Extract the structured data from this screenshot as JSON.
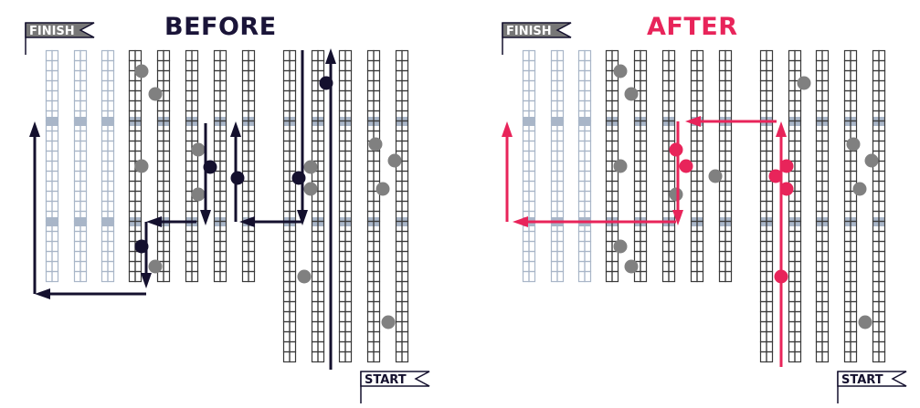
{
  "panels": [
    {
      "title": "BEFORE",
      "title_color": "#1a1438",
      "finish": "FINISH",
      "start": "START",
      "path_color": "#14102e"
    },
    {
      "title": "AFTER",
      "title_color": "#e8245a",
      "finish": "FINISH",
      "start": "START",
      "path_color": "#e8245a"
    }
  ],
  "colors": {
    "rack_dark": "#3a3a3a",
    "rack_light": "#a9b6c8",
    "band": "#a9b6c8",
    "dot_gray": "#808080"
  }
}
